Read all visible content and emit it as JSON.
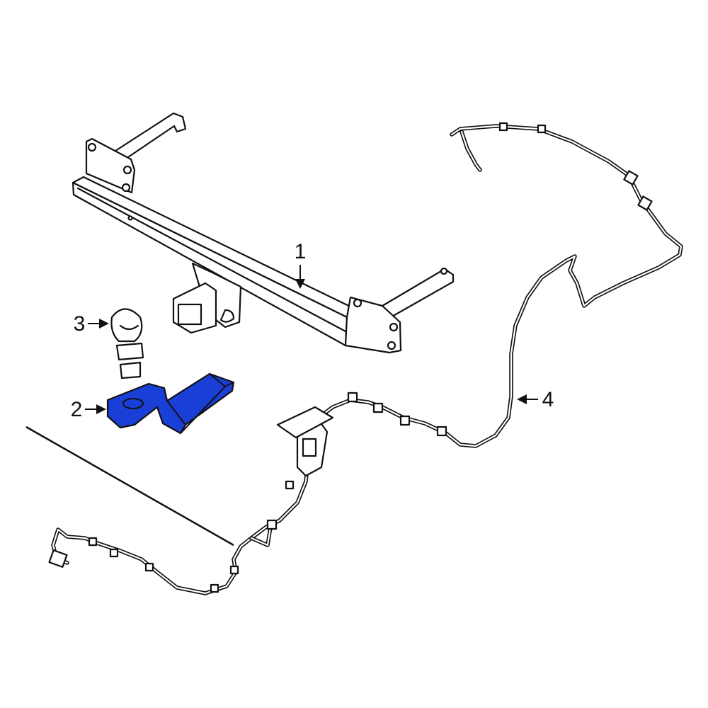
{
  "diagram": {
    "highlight_color": "#1a3fd6",
    "line_color": "#111111",
    "background": "#ffffff",
    "callouts": [
      {
        "id": "1",
        "label": "1",
        "part": "hitch-crossmember"
      },
      {
        "id": "2",
        "label": "2",
        "part": "tow-ball-mount"
      },
      {
        "id": "3",
        "label": "3",
        "part": "tow-ball"
      },
      {
        "id": "4",
        "label": "4",
        "part": "wiring-harness"
      }
    ]
  }
}
